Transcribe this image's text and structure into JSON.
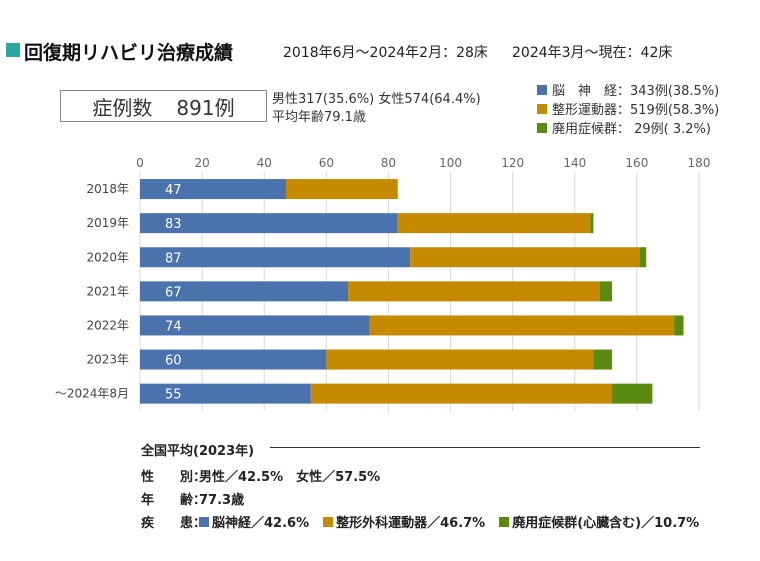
{
  "header": {
    "title": "回復期リハビリ治療成績",
    "period1": "2018年6月～2024年2月：28床",
    "period2": "2024年3月～現在：42床"
  },
  "summary": {
    "count_label": "症例数",
    "count_value": "891例",
    "sex_line": "男性317(35.6%) 女性574(64.4%)",
    "age_line": "平均年齢79.1歳"
  },
  "legend": [
    {
      "label": "脳　神　経：343例(38.5%)",
      "color": "#4a72ad"
    },
    {
      "label": "整形運動器：519例(58.3%)",
      "color": "#c68a00"
    },
    {
      "label": "廃用症候群： 29例( 3.2%)",
      "color": "#5a8a10"
    }
  ],
  "chart_data": {
    "type": "bar",
    "orientation": "horizontal",
    "stacked": true,
    "categories": [
      "2018年",
      "2019年",
      "2020年",
      "2021年",
      "2022年",
      "2023年",
      "～2024年8月"
    ],
    "series": [
      {
        "name": "脳神経",
        "color": "#4a72ad",
        "values": [
          47,
          83,
          87,
          67,
          74,
          60,
          55
        ],
        "labels": [
          "47",
          "83",
          "87",
          "67",
          "74",
          "60",
          "55"
        ]
      },
      {
        "name": "整形運動器",
        "color": "#c68a00",
        "values": [
          36,
          62,
          74,
          81,
          98,
          86,
          97
        ]
      },
      {
        "name": "廃用症候群",
        "color": "#5a8a10",
        "values": [
          0,
          1,
          2,
          4,
          3,
          6,
          13
        ]
      }
    ],
    "xlim": [
      0,
      180
    ],
    "xticks": [
      0,
      20,
      40,
      60,
      80,
      100,
      120,
      140,
      160,
      180
    ],
    "grid": "vertical",
    "legend_position": "top-right"
  },
  "national": {
    "title": "全国平均(2023年)",
    "sex_key": "性　　別：",
    "sex_value": "男性／42.5%　女性／57.5%",
    "age_key": "年　　齢：",
    "age_value": "77.3歳",
    "disease_key": "疾　　患：",
    "diseases": [
      {
        "label": "脳神経／42.6%",
        "color": "#4a72ad"
      },
      {
        "label": "整形外科運動器／46.7%",
        "color": "#c68a00"
      },
      {
        "label": "廃用症候群(心臓含む)／10.7%",
        "color": "#5a8a10"
      }
    ]
  }
}
